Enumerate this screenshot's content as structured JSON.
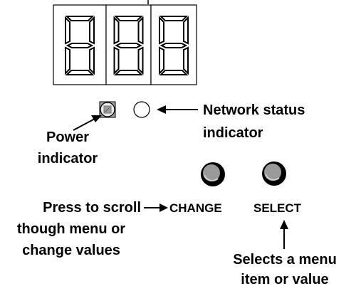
{
  "display": {
    "digits": [
      "8",
      "8",
      "8"
    ]
  },
  "indicators": {
    "power_label_line1": "Power",
    "power_label_line2": "indicator",
    "network_label_line1": "Network status",
    "network_label_line2": "indicator"
  },
  "buttons": {
    "change_label": "CHANGE",
    "select_label": "SELECT"
  },
  "annotations": {
    "change_desc_line1": "Press to scroll",
    "change_desc_line2": "though menu or",
    "change_desc_line3": "change values",
    "select_desc_line1": "Selects a menu",
    "select_desc_line2": "item or value"
  },
  "colors": {
    "power_led": "#a0a0a0",
    "button_face": "#9a9a9a",
    "outline": "#000000"
  }
}
